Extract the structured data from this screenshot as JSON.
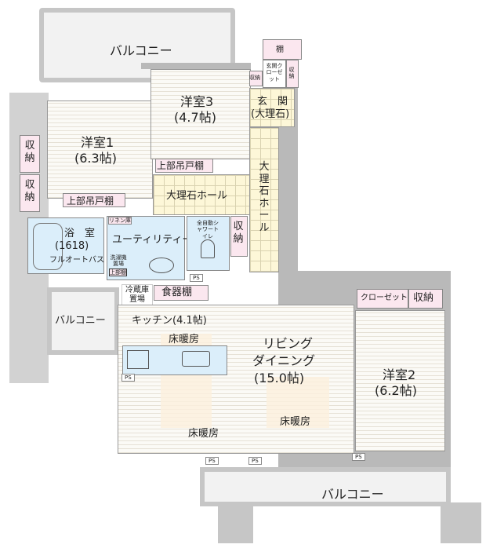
{
  "rooms": {
    "balcony_top": "バルコニー",
    "western3": {
      "name": "洋室3",
      "size": "(4.7帖)"
    },
    "western1": {
      "name": "洋室1",
      "size": "(6.3帖)"
    },
    "western2": {
      "name": "洋室2",
      "size": "(6.2帖)"
    },
    "entrance": {
      "name": "玄　関",
      "sub": "(大理石)"
    },
    "entrance_closet": "玄関クローゼット",
    "shelf": "棚",
    "storage": "収納",
    "hall": "大理石ホール",
    "upper_cabinet": "上部吊戸棚",
    "bath": {
      "name": "浴　室",
      "size": "(1618)",
      "sub": "フルオートバス"
    },
    "linen": "リネン庫",
    "utility": "ユーティリティー",
    "washer": "洗濯機置場",
    "upper_shelf": "上部棚",
    "toilet": "全自動シャワートイレ",
    "fridge": "冷蔵庫置場",
    "cupboard": "食器棚",
    "balcony_left": "バルコニー",
    "kitchen": "キッチン(4.1帖)",
    "floor_heating": "床暖房",
    "ldk": {
      "line1": "リビング",
      "line2": "ダイニング",
      "size": "(15.0帖)"
    },
    "closet": "クローゼット",
    "balcony_bottom": "バルコニー",
    "ps": "PS"
  }
}
